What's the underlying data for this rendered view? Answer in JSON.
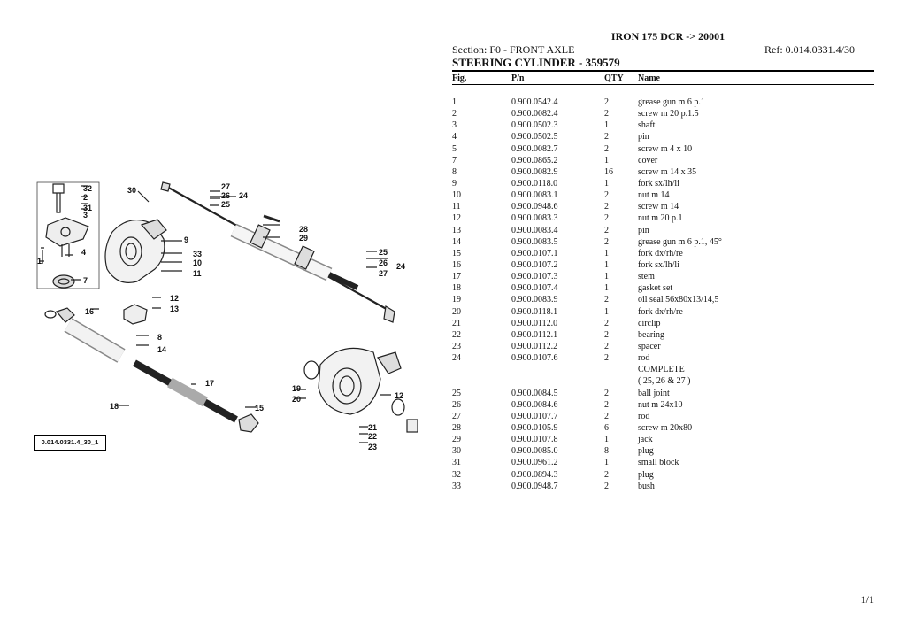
{
  "header": {
    "title": "IRON 175 DCR -> 20001",
    "section": "Section: F0 - FRONT AXLE",
    "ref": "Ref: 0.014.0331.4/30",
    "heading": "STEERING CYLINDER - 359579"
  },
  "columns": {
    "fig": "Fig.",
    "pn": "P/n",
    "qty": "QTY",
    "name": "Name"
  },
  "parts": [
    {
      "fig": "1",
      "pn": "0.900.0542.4",
      "qty": "2",
      "name": "grease gun m 6 p.1"
    },
    {
      "fig": "2",
      "pn": "0.900.0082.4",
      "qty": "2",
      "name": "screw m 20 p.1.5"
    },
    {
      "fig": "3",
      "pn": "0.900.0502.3",
      "qty": "1",
      "name": "shaft"
    },
    {
      "fig": "4",
      "pn": "0.900.0502.5",
      "qty": "2",
      "name": "pin"
    },
    {
      "fig": "5",
      "pn": "0.900.0082.7",
      "qty": "2",
      "name": "screw m 4 x 10"
    },
    {
      "fig": "7",
      "pn": "0.900.0865.2",
      "qty": "1",
      "name": "cover"
    },
    {
      "fig": "8",
      "pn": "0.900.0082.9",
      "qty": "16",
      "name": "screw m 14 x 35"
    },
    {
      "fig": "9",
      "pn": "0.900.0118.0",
      "qty": "1",
      "name": "fork sx/lh/li"
    },
    {
      "fig": "10",
      "pn": "0.900.0083.1",
      "qty": "2",
      "name": "nut m 14"
    },
    {
      "fig": "11",
      "pn": "0.900.0948.6",
      "qty": "2",
      "name": "screw m 14"
    },
    {
      "fig": "12",
      "pn": "0.900.0083.3",
      "qty": "2",
      "name": "nut m 20 p.1"
    },
    {
      "fig": "13",
      "pn": "0.900.0083.4",
      "qty": "2",
      "name": "pin"
    },
    {
      "fig": "14",
      "pn": "0.900.0083.5",
      "qty": "2",
      "name": "grease gun m 6 p.1, 45°"
    },
    {
      "fig": "15",
      "pn": "0.900.0107.1",
      "qty": "1",
      "name": "fork dx/rh/re"
    },
    {
      "fig": "16",
      "pn": "0.900.0107.2",
      "qty": "1",
      "name": "fork sx/lh/li"
    },
    {
      "fig": "17",
      "pn": "0.900.0107.3",
      "qty": "1",
      "name": "stem"
    },
    {
      "fig": "18",
      "pn": "0.900.0107.4",
      "qty": "1",
      "name": "gasket set"
    },
    {
      "fig": "19",
      "pn": "0.900.0083.9",
      "qty": "2",
      "name": "oil seal 56x80x13/14,5"
    },
    {
      "fig": "20",
      "pn": "0.900.0118.1",
      "qty": "1",
      "name": "fork dx/rh/re"
    },
    {
      "fig": "21",
      "pn": "0.900.0112.0",
      "qty": "2",
      "name": "circlip"
    },
    {
      "fig": "22",
      "pn": "0.900.0112.1",
      "qty": "2",
      "name": "bearing"
    },
    {
      "fig": "23",
      "pn": "0.900.0112.2",
      "qty": "2",
      "name": "spacer"
    },
    {
      "fig": "24",
      "pn": "0.900.0107.6",
      "qty": "2",
      "name": "rod"
    },
    {
      "fig": "",
      "pn": "",
      "qty": "",
      "name": "COMPLETE"
    },
    {
      "fig": "",
      "pn": "",
      "qty": "",
      "name": "( 25, 26 & 27 )"
    },
    {
      "fig": "25",
      "pn": "0.900.0084.5",
      "qty": "2",
      "name": "ball joint"
    },
    {
      "fig": "26",
      "pn": "0.900.0084.6",
      "qty": "2",
      "name": "nut m 24x10"
    },
    {
      "fig": "27",
      "pn": "0.900.0107.7",
      "qty": "2",
      "name": "rod"
    },
    {
      "fig": "28",
      "pn": "0.900.0105.9",
      "qty": "6",
      "name": "screw m 20x80"
    },
    {
      "fig": "29",
      "pn": "0.900.0107.8",
      "qty": "1",
      "name": "jack"
    },
    {
      "fig": "30",
      "pn": "0.900.0085.0",
      "qty": "8",
      "name": "plug"
    },
    {
      "fig": "31",
      "pn": "0.900.0961.2",
      "qty": "1",
      "name": "small block"
    },
    {
      "fig": "32",
      "pn": "0.900.0894.3",
      "qty": "2",
      "name": "plug"
    },
    {
      "fig": "33",
      "pn": "0.900.0948.7",
      "qty": "2",
      "name": "bush"
    }
  ],
  "diagram": {
    "ref_label": "0.014.0331.4_30_1",
    "callouts": [
      "32",
      "2",
      "31",
      "3",
      "30",
      "27",
      "26",
      "25",
      "24",
      "28",
      "29",
      "9",
      "33",
      "10",
      "11",
      "4",
      "1",
      "7",
      "12",
      "13",
      "16",
      "8",
      "14",
      "25",
      "26",
      "27",
      "24",
      "17",
      "18",
      "15",
      "19",
      "20",
      "12",
      "21",
      "22",
      "23"
    ]
  },
  "footer": {
    "page": "1/1"
  }
}
